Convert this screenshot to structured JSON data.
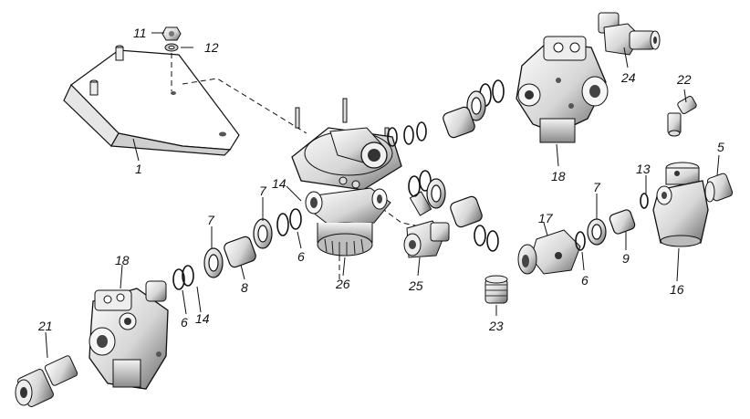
{
  "diagram": {
    "labels": [
      {
        "id": "callout-11",
        "text": "11"
      },
      {
        "id": "callout-12",
        "text": "12"
      },
      {
        "id": "callout-1",
        "text": "1"
      },
      {
        "id": "callout-24",
        "text": "24"
      },
      {
        "id": "callout-22",
        "text": "22"
      },
      {
        "id": "callout-5",
        "text": "5"
      },
      {
        "id": "callout-13",
        "text": "13"
      },
      {
        "id": "callout-18-top",
        "text": "18"
      },
      {
        "id": "callout-14-mid",
        "text": "14"
      },
      {
        "id": "callout-7-left",
        "text": "7"
      },
      {
        "id": "callout-7-lower",
        "text": "7"
      },
      {
        "id": "callout-6-mid",
        "text": "6"
      },
      {
        "id": "callout-26",
        "text": "26"
      },
      {
        "id": "callout-25",
        "text": "25"
      },
      {
        "id": "callout-17",
        "text": "17"
      },
      {
        "id": "callout-7-right",
        "text": "7"
      },
      {
        "id": "callout-9",
        "text": "9"
      },
      {
        "id": "callout-6-right",
        "text": "6"
      },
      {
        "id": "callout-16",
        "text": "16"
      },
      {
        "id": "callout-18-bottom",
        "text": "18"
      },
      {
        "id": "callout-8",
        "text": "8"
      },
      {
        "id": "callout-6-left",
        "text": "6"
      },
      {
        "id": "callout-14-left",
        "text": "14"
      },
      {
        "id": "callout-21",
        "text": "21"
      },
      {
        "id": "callout-23",
        "text": "23"
      }
    ]
  }
}
